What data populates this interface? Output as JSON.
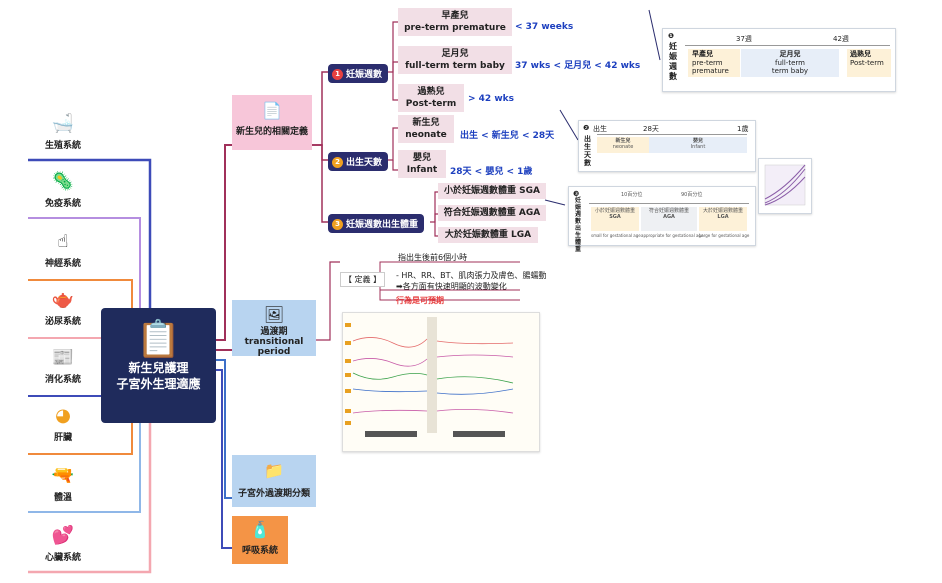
{
  "central": {
    "line1": "新生兒護理",
    "line2": "子宮外生理適應"
  },
  "systems": [
    {
      "label": "生殖系統",
      "icon": "bathtub-icon",
      "glyph": "🛁"
    },
    {
      "label": "免疫系統",
      "icon": "virus-icon",
      "glyph": "🦠"
    },
    {
      "label": "神經系統",
      "icon": "hand-touch-icon",
      "glyph": "☝"
    },
    {
      "label": "泌尿系統",
      "icon": "teapot-icon",
      "glyph": "🫖"
    },
    {
      "label": "消化系統",
      "icon": "newspaper-icon",
      "glyph": "📰"
    },
    {
      "label": "肝臟",
      "icon": "pacman-icon",
      "glyph": "◕"
    },
    {
      "label": "體溫",
      "icon": "thermometer-gun-icon",
      "glyph": "🔫"
    },
    {
      "label": "心臟系統",
      "icon": "hearts-icon",
      "glyph": "💕"
    }
  ],
  "branches": {
    "definition": {
      "label": "新生兒的相關定義",
      "icon": "document-icon",
      "glyph": "📄"
    },
    "transition": {
      "label1": "過渡期",
      "label2": "transitional period",
      "icon": "image-icon",
      "glyph": "🖼"
    },
    "classification": {
      "label": "子宮外過渡期分類",
      "icon": "folder-icon",
      "glyph": "📁"
    },
    "respiratory": {
      "label": "呼吸系統",
      "icon": "bottle-icon",
      "glyph": "🧴"
    }
  },
  "gestation": {
    "num": "1",
    "label": "妊娠週數",
    "items": [
      {
        "zh": "早產兒",
        "en": "pre-term premature",
        "note": "< 37 weeks"
      },
      {
        "zh": "足月兒",
        "en": "full-term term baby",
        "note": "37 wks < 足月兒 < 42 wks"
      },
      {
        "zh": "過熟兒",
        "en": "Post-term",
        "note": "> 42 wks"
      }
    ]
  },
  "birthdays": {
    "num": "2",
    "label": "出生天數",
    "items": [
      {
        "zh": "新生兒",
        "en": "neonate",
        "note": "出生 < 新生兒 < 28天"
      },
      {
        "zh": "嬰兒",
        "en": "Infant",
        "note": "28天 < 嬰兒 < 1歲"
      }
    ]
  },
  "weight": {
    "num": "3",
    "label": "妊娠週數出生體重",
    "items": [
      "小於妊娠週數體重 SGA",
      "符合妊娠週數體重 AGA",
      "大於妊娠數體重 LGA"
    ]
  },
  "card1": {
    "num": "1",
    "title": "妊娠週數",
    "w37": "37週",
    "w42": "42週",
    "cols": [
      {
        "zh": "早產兒",
        "en1": "pre-term",
        "en2": "premature"
      },
      {
        "zh": "足月兒",
        "en1": "full-term",
        "en2": "term baby"
      },
      {
        "zh": "過熟兒",
        "en1": "Post-term",
        "en2": ""
      }
    ]
  },
  "card2": {
    "num": "2",
    "title": "出生天數",
    "born": "出生",
    "d28": "28天",
    "y1": "1歲",
    "cols": [
      {
        "zh": "新生兒",
        "en": "neonate"
      },
      {
        "zh": "嬰兒",
        "en": "Infant"
      }
    ]
  },
  "card3": {
    "num": "3",
    "title": "妊娠週數出生體重",
    "p10": "10百分位",
    "p90": "90百分位",
    "cols": [
      {
        "zh": "小於妊娠週數體重",
        "en": "SGA",
        "sub": "small for gestational age"
      },
      {
        "zh": "符合妊娠週數體重",
        "en": "AGA",
        "sub": "appropriate for gestational age"
      },
      {
        "zh": "大於妊娠週數體重",
        "en": "LGA",
        "sub": "Large for gestational age"
      }
    ]
  },
  "definition_notes": {
    "tag": "【 定義 】",
    "n1": "指出生後前6個小時",
    "n2": "- HR、RR、BT、肌肉張力及膚色、腸蠕動",
    "n3": "➡各方面有快速明顯的波動變化",
    "n4": "行為是可預期"
  },
  "colors": {
    "navy": "#1f2b5c",
    "pink": "#f7c6d9",
    "blue": "#b8d4f0",
    "orange": "#f49446",
    "accent_blue": "#1c3fbf",
    "accent_red": "#e84040"
  }
}
